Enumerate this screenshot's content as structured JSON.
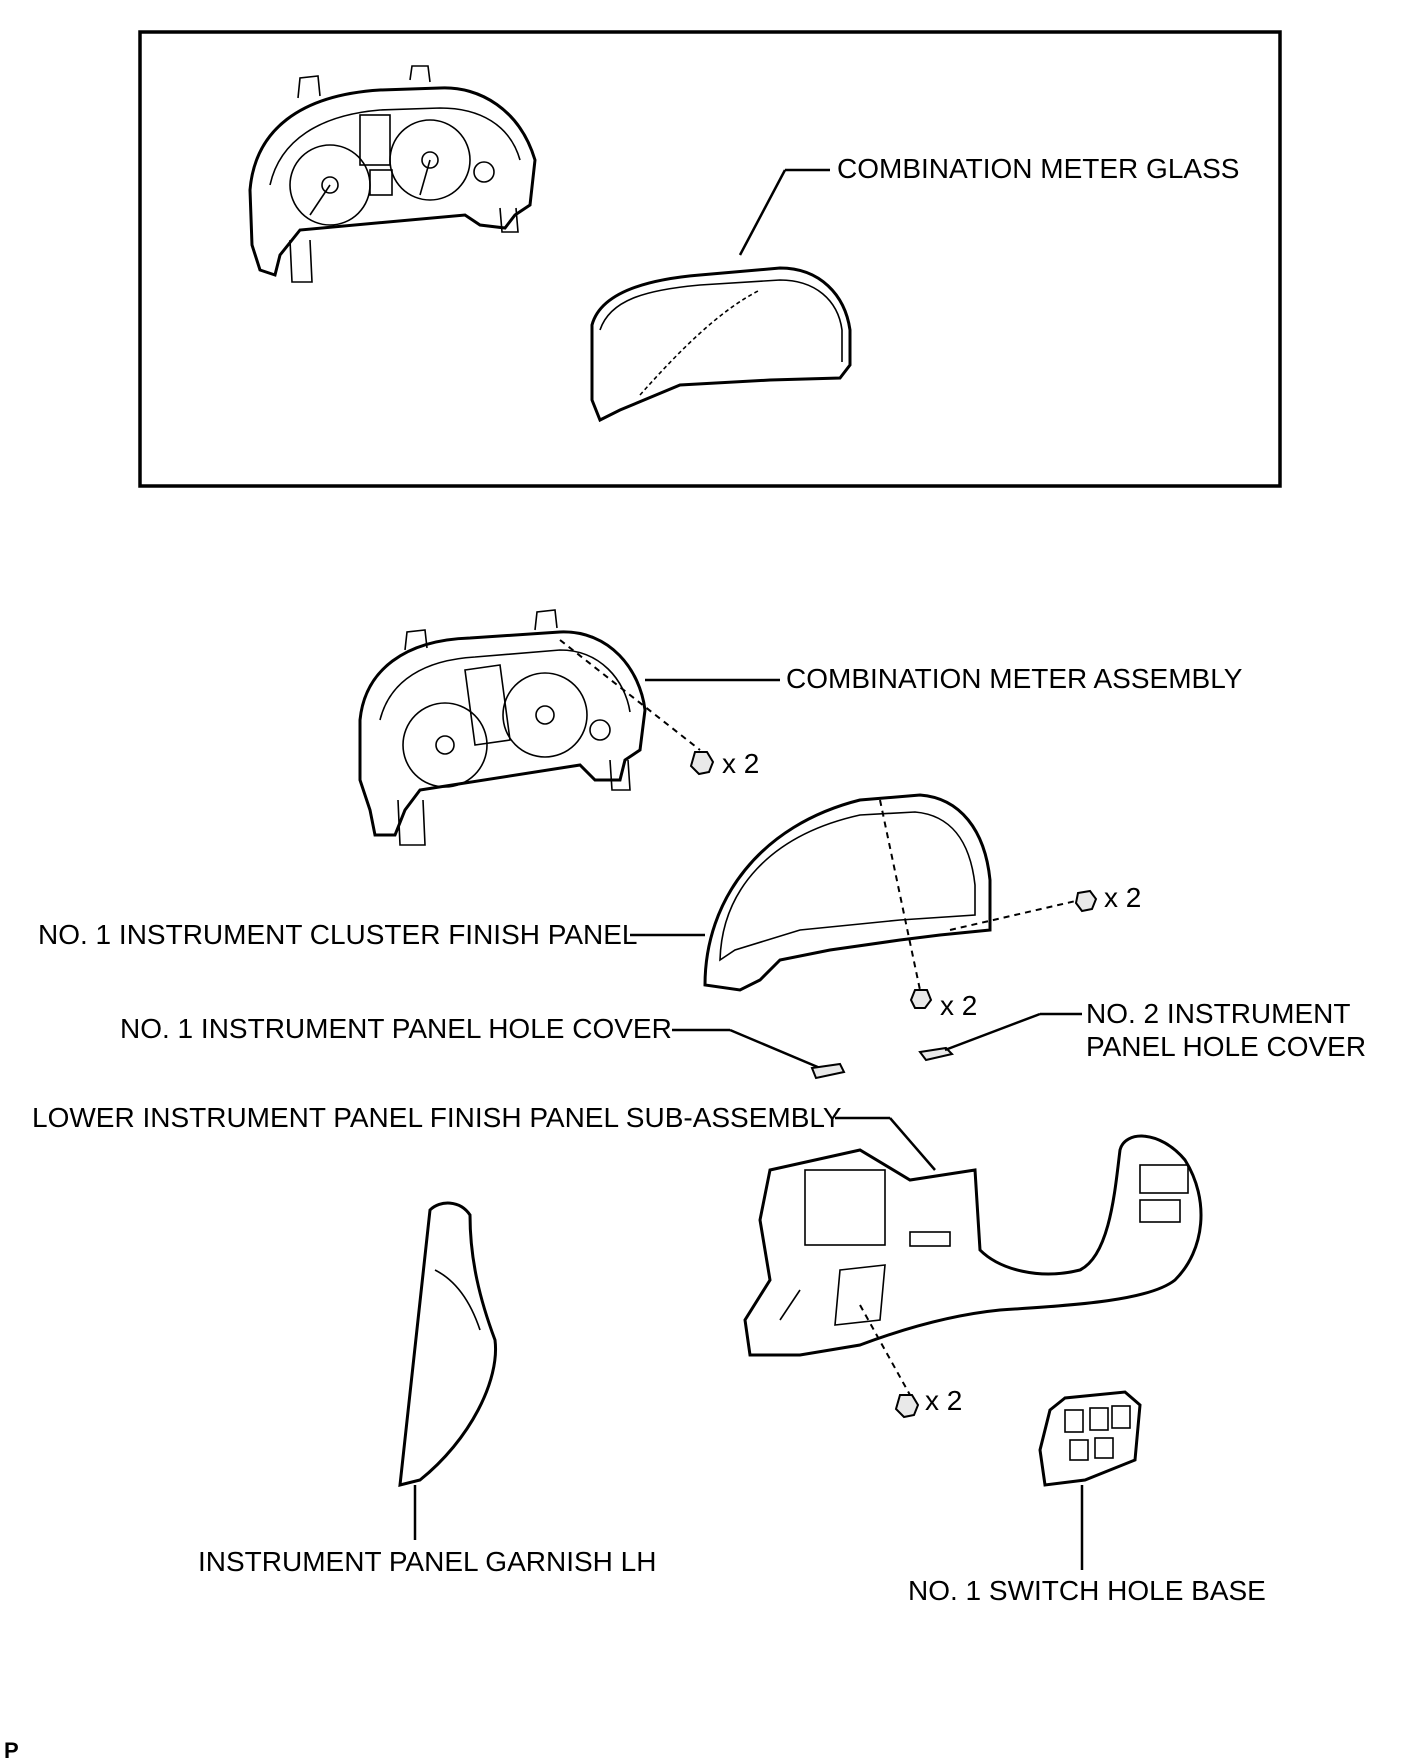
{
  "labels": {
    "combination_meter_glass": "COMBINATION METER GLASS",
    "combination_meter_assembly": "COMBINATION METER ASSEMBLY",
    "no1_instrument_cluster_finish_panel": "NO. 1 INSTRUMENT CLUSTER FINISH PANEL",
    "no1_instrument_panel_hole_cover": "NO. 1 INSTRUMENT PANEL HOLE COVER",
    "no2_instrument_panel_hole_cover_line1": "NO. 2 INSTRUMENT",
    "no2_instrument_panel_hole_cover_line2": "PANEL HOLE COVER",
    "lower_instrument_panel_finish_panel": "LOWER INSTRUMENT PANEL FINISH PANEL SUB-ASSEMBLY",
    "instrument_panel_garnish_lh": "INSTRUMENT PANEL GARNISH LH",
    "no1_switch_hole_base": "NO. 1 SWITCH HOLE BASE"
  },
  "fasteners": {
    "meter_screws": "x 2",
    "finish_panel_side_screws": "x 2",
    "finish_panel_bottom_screws": "x 2",
    "lower_panel_screws": "x 2"
  },
  "footer_code": "P"
}
